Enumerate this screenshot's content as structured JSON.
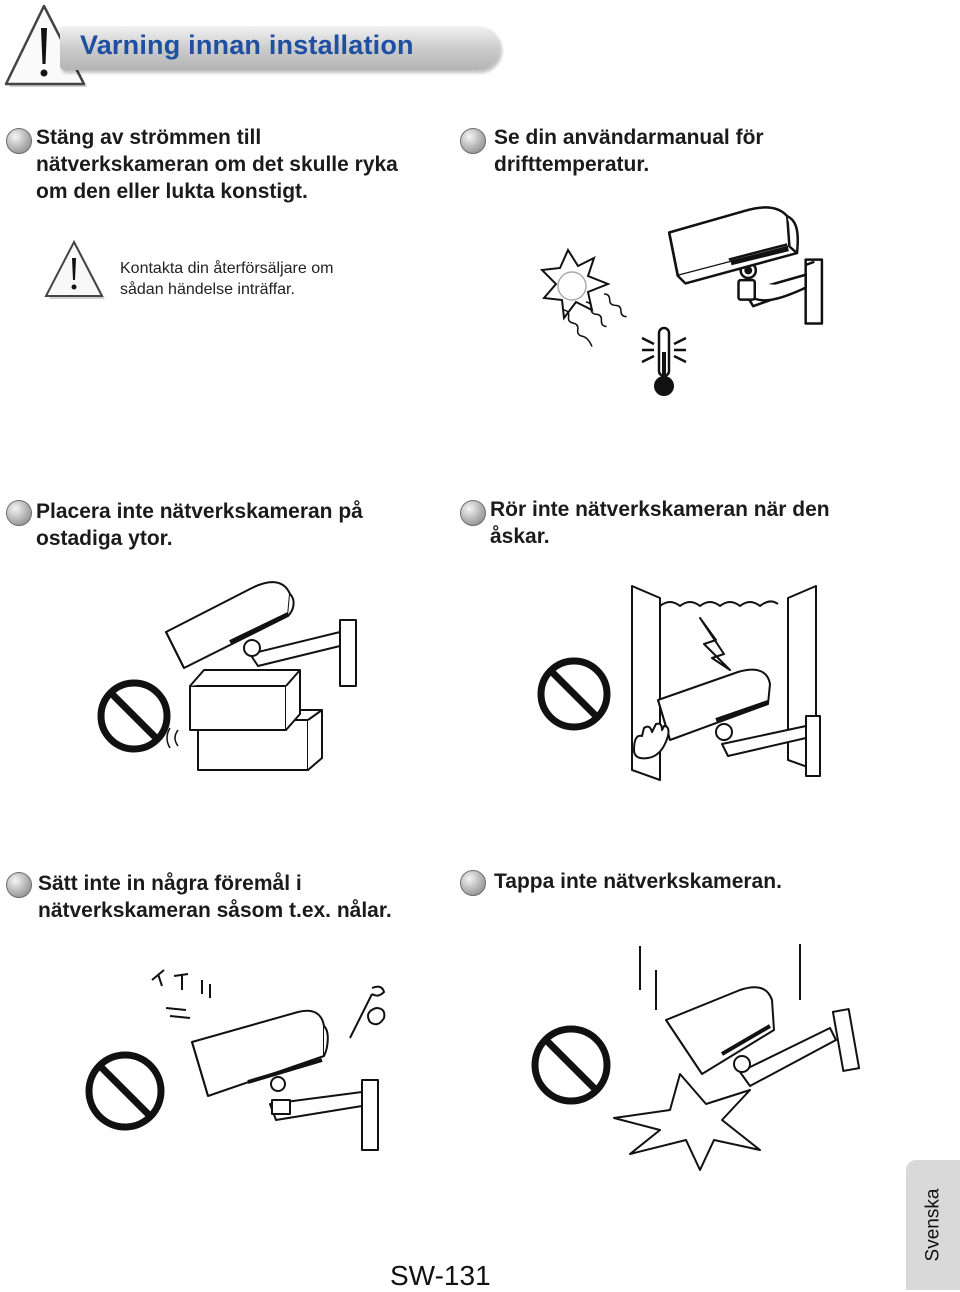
{
  "header": {
    "title": "Varning innan installation"
  },
  "items": [
    {
      "lines": [
        "Stäng av strömmen till",
        "nätverkskameran om det skulle ryka",
        "om den eller lukta konstigt."
      ]
    },
    {
      "lines": [
        "Se din användarmanual för",
        "drifttemperatur."
      ]
    },
    {
      "lines": [
        "Placera inte nätverkskameran på",
        "ostadiga ytor."
      ]
    },
    {
      "lines": [
        "Rör inte nätverkskameran när den",
        "åskar."
      ]
    },
    {
      "lines": [
        "Sätt inte in några föremål i",
        "nätverkskameran såsom t.ex. nålar."
      ]
    },
    {
      "lines": [
        "Tappa inte nätverkskameran."
      ]
    }
  ],
  "note": {
    "lines": [
      "Kontakta din återförsäljare om",
      "sådan händelse inträffar."
    ]
  },
  "footer": {
    "page_number": "SW-131",
    "language_tab": "Svenska"
  }
}
